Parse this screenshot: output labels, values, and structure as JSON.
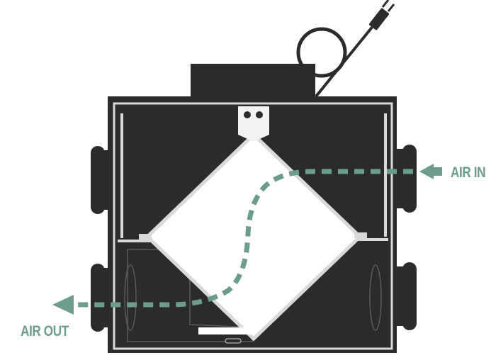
{
  "labels": {
    "air_in": "AIR IN",
    "air_out": "AIR OUT"
  },
  "colors": {
    "unit_body": "#2b2b2b",
    "frame_edge": "#d9d9d9",
    "core": "#ffffff",
    "airflow": "#6b9c8c"
  },
  "icons": {
    "air_in_arrow": "arrowhead-left",
    "air_out_arrow": "arrowhead-left",
    "power_cord": "coiled-cord-with-plug"
  }
}
